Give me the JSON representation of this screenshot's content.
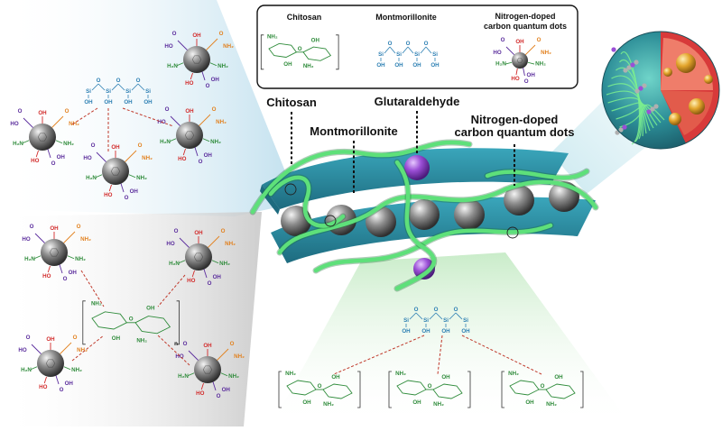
{
  "legend": {
    "items": [
      {
        "label": "Chitosan"
      },
      {
        "label": "Montmorillonite"
      },
      {
        "label": "Nitrogen-doped\ncarbon quantum dots"
      }
    ]
  },
  "labels": {
    "chitosan": "Chitosan",
    "montmorillonite": "Montmorillonite",
    "glutaraldehyde": "Glutaraldehyde",
    "ncqd": "Nitrogen-doped\ncarbon quantum dots"
  },
  "atoms": {
    "ho": "HO",
    "oh": "OH",
    "o": "O",
    "nh2": "NH₂",
    "h2n": "H₂N",
    "si": "Si",
    "n": "n"
  },
  "colors": {
    "plate": "#2a8da3",
    "plate_dark": "#1d6b7f",
    "chitosan_chain": "#5ee07a",
    "sphere": "#8f8f8f",
    "glutaraldehyde": "#8e44c9",
    "carboxyl": "#5a2c9c",
    "hydroxyl": "#d22a2a",
    "amide": "#e2811e",
    "amine": "#2e8b3a",
    "silicate": "#2c7fb3",
    "shell_red": "#d83a3a",
    "core_gold": "#d89b28"
  }
}
